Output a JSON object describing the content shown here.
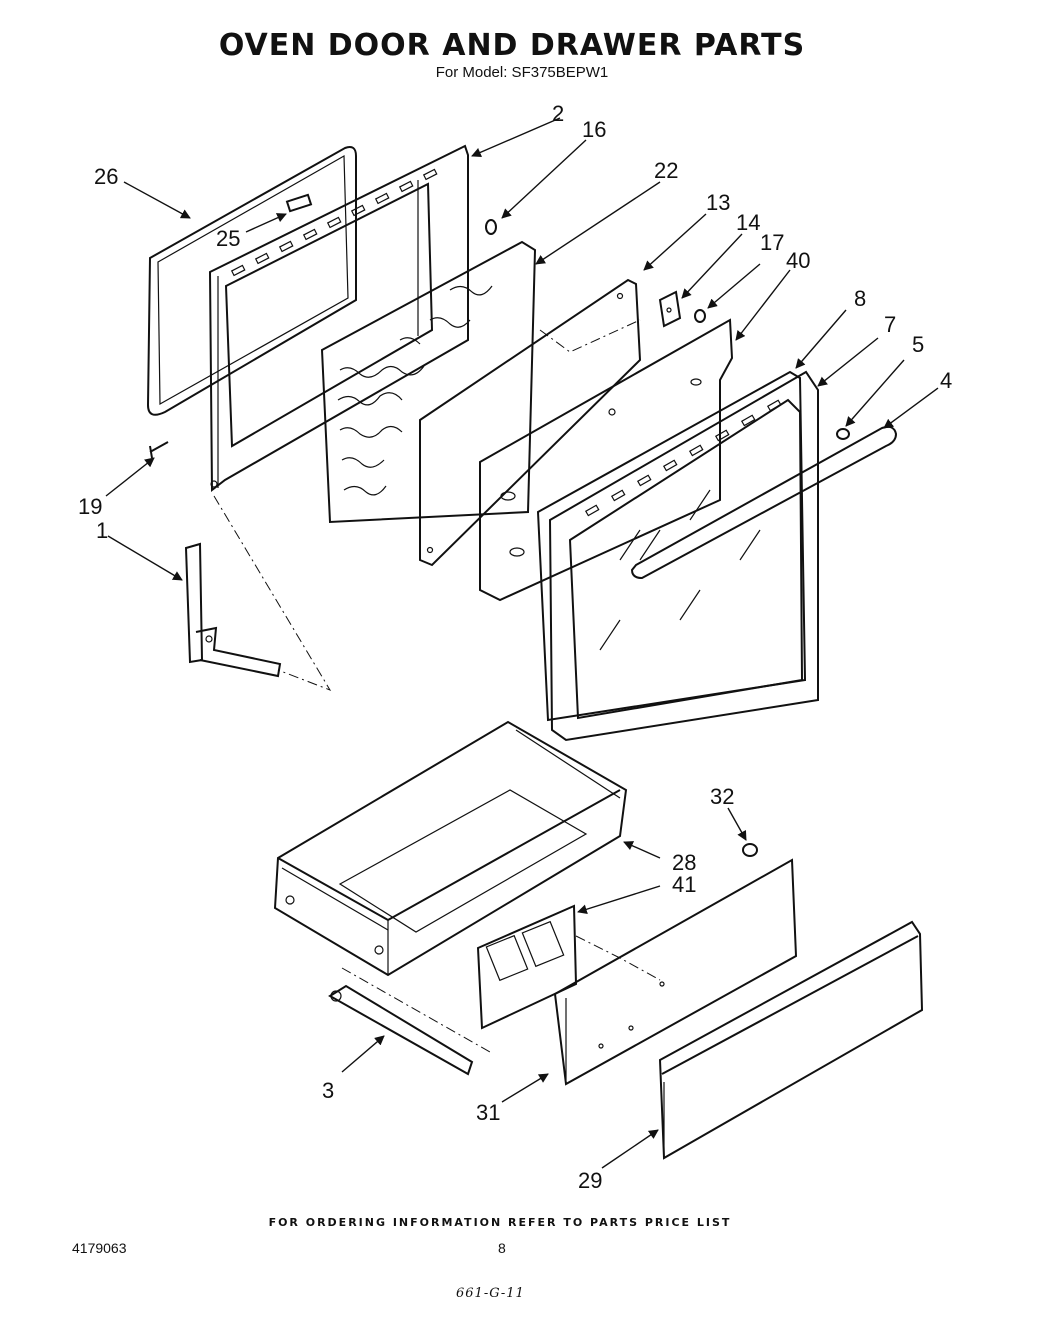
{
  "header": {
    "title": "OVEN DOOR AND  DRAWER PARTS",
    "model": "For Model: SF375BEPW1"
  },
  "callouts": [
    {
      "id": "c2",
      "label": "2"
    },
    {
      "id": "c16",
      "label": "16"
    },
    {
      "id": "c26",
      "label": "26"
    },
    {
      "id": "c22",
      "label": "22"
    },
    {
      "id": "c25",
      "label": "25"
    },
    {
      "id": "c13",
      "label": "13"
    },
    {
      "id": "c14",
      "label": "14"
    },
    {
      "id": "c17",
      "label": "17"
    },
    {
      "id": "c40",
      "label": "40"
    },
    {
      "id": "c8",
      "label": "8"
    },
    {
      "id": "c7",
      "label": "7"
    },
    {
      "id": "c5",
      "label": "5"
    },
    {
      "id": "c4",
      "label": "4"
    },
    {
      "id": "c19",
      "label": "19"
    },
    {
      "id": "c1",
      "label": "1"
    },
    {
      "id": "c32",
      "label": "32"
    },
    {
      "id": "c28",
      "label": "28"
    },
    {
      "id": "c41",
      "label": "41"
    },
    {
      "id": "c3",
      "label": "3"
    },
    {
      "id": "c31",
      "label": "31"
    },
    {
      "id": "c29",
      "label": "29"
    }
  ],
  "footer": {
    "ordering_note": "FOR ORDERING INFORMATION REFER TO PARTS PRICE LIST",
    "document_number": "4179063",
    "page_number": "8",
    "handwritten_code": "661-G-11"
  }
}
